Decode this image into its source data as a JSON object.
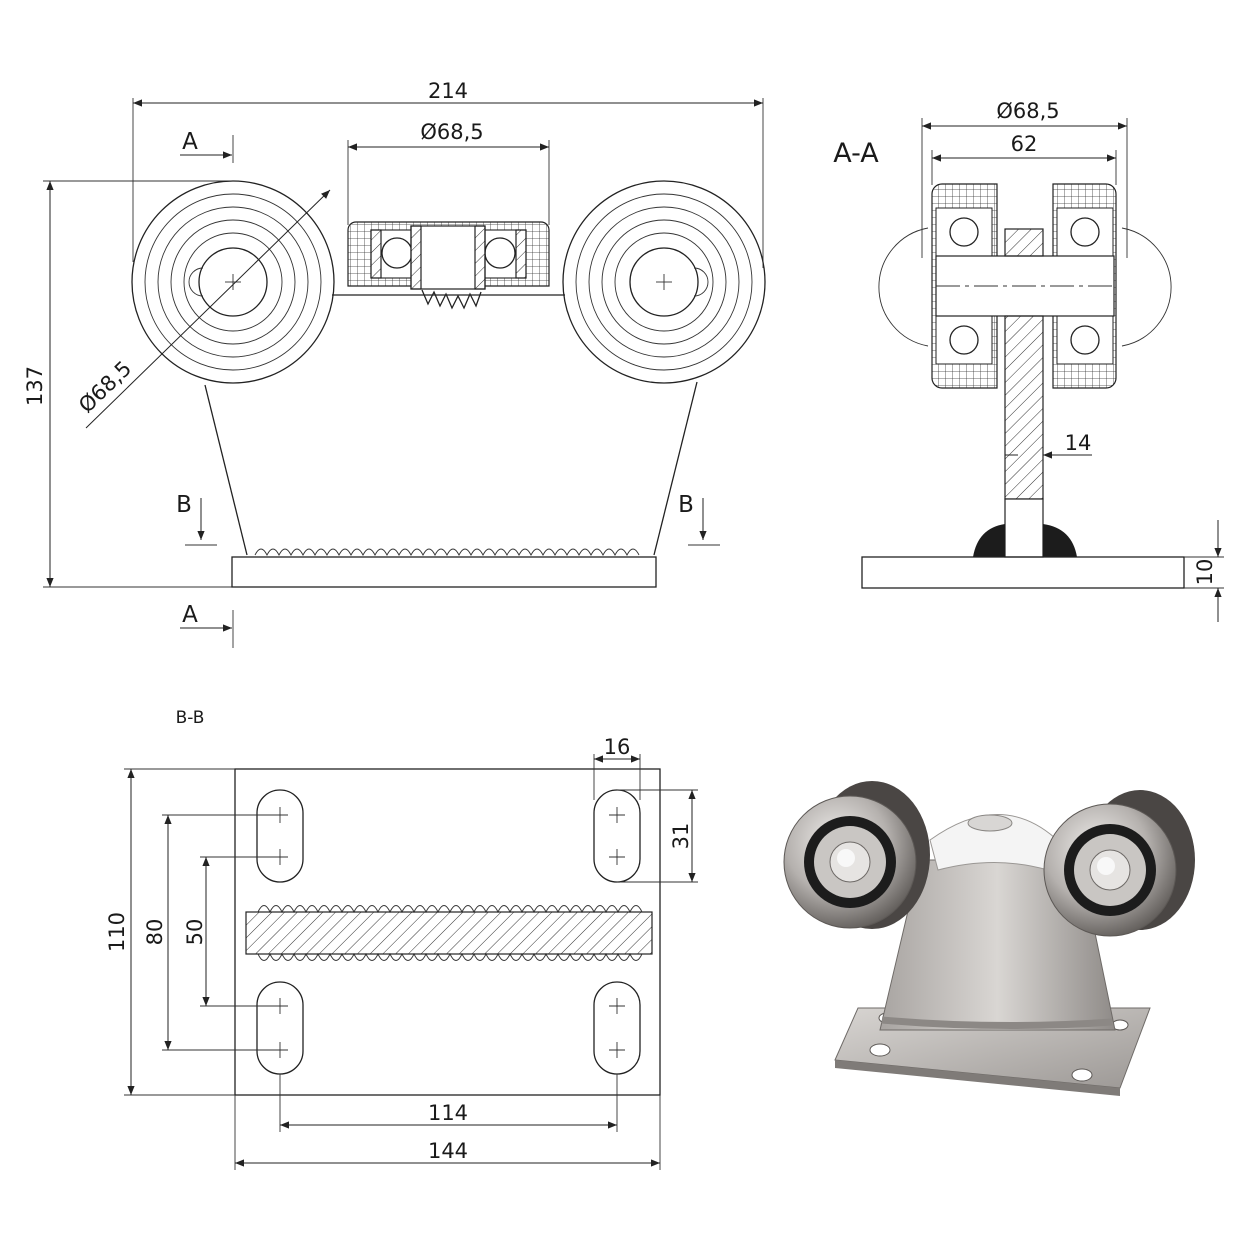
{
  "front_view": {
    "overall_width": "214",
    "overall_height": "137",
    "wheel_diameter_left": "Ø68,5",
    "wheel_diameter_middle": "Ø68,5",
    "section_a_top": "A",
    "section_a_bottom": "A",
    "section_b_left": "B",
    "section_b_right": "B"
  },
  "section_aa": {
    "title": "A-A",
    "outer_diameter": "Ø68,5",
    "inner_width": "62",
    "web_thickness": "14",
    "plate_thickness": "10"
  },
  "section_bb": {
    "title": "B-B",
    "slot_width": "16",
    "slot_length": "31",
    "plate_height": "110",
    "outer_hole_spacing": "80",
    "inner_hole_spacing": "50",
    "hole_spacing_horizontal": "114",
    "plate_width": "144"
  },
  "photo": {
    "colors": {
      "steel": "#b9b5b2",
      "steel_dark": "#6e6a67",
      "nylon": "#f4f4f4",
      "seal": "#1c1c1c"
    }
  }
}
